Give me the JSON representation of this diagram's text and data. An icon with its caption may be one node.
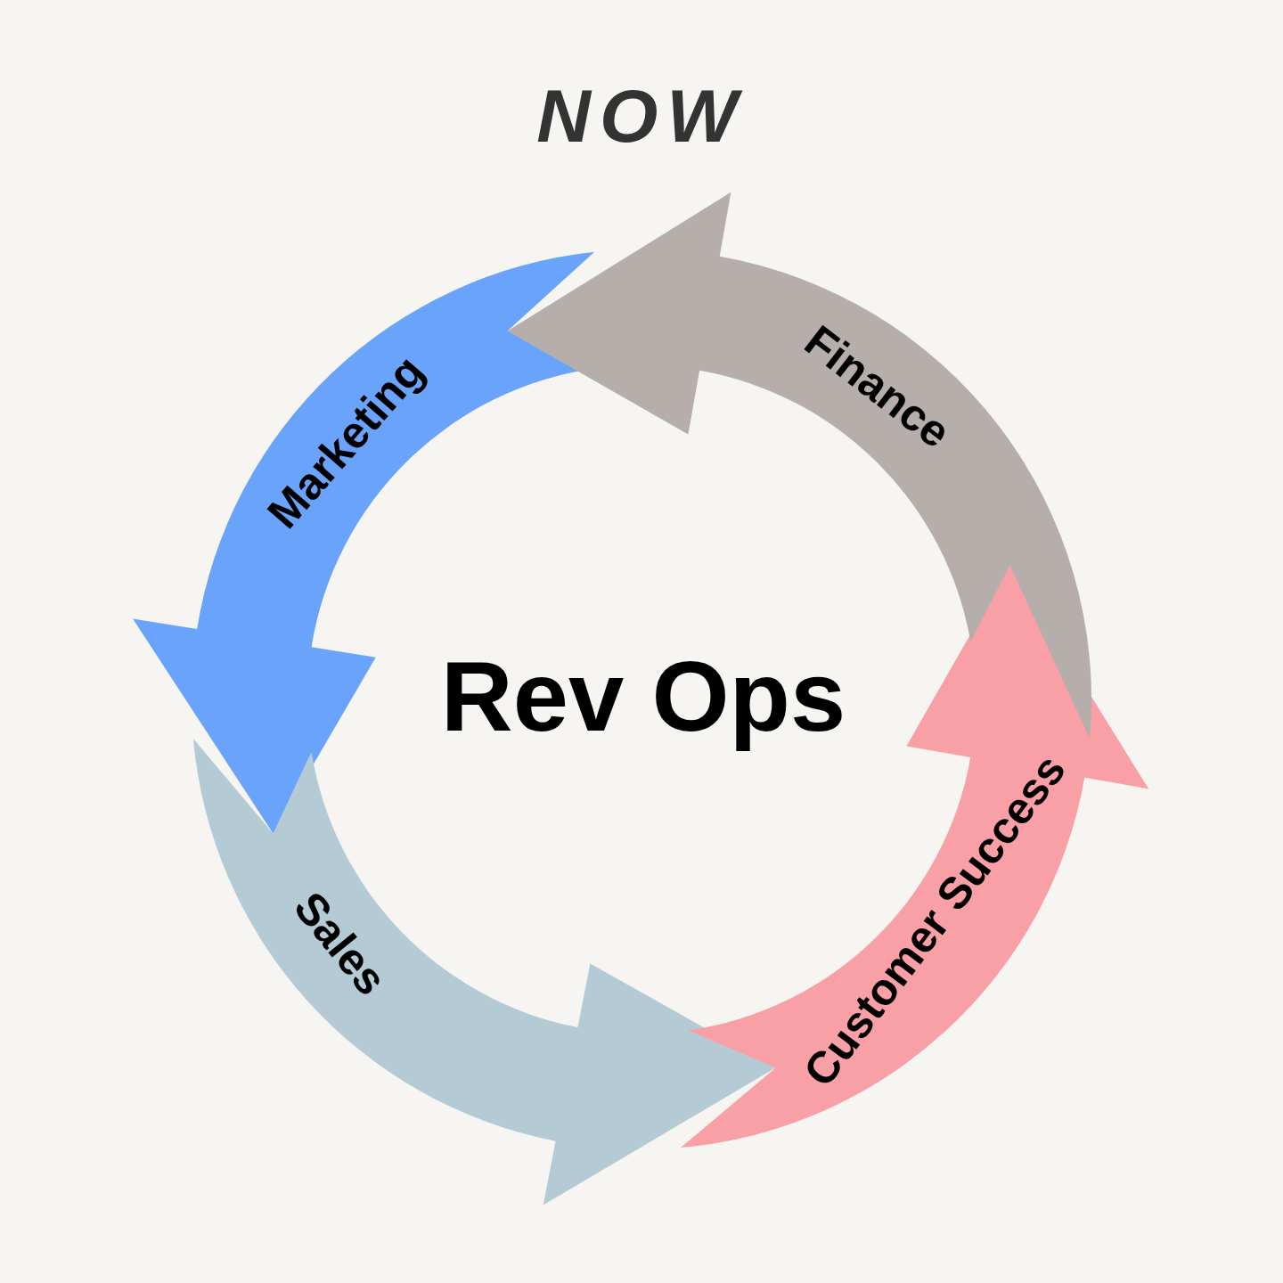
{
  "diagram": {
    "title": "NOW",
    "nodes": [
      {
        "text": [
          "Marketing"
        ]
      },
      {
        "text": [
          "Sales"
        ]
      },
      {
        "text": [
          "Customer Success"
        ]
      },
      {
        "text": [
          "Finance"
        ]
      }
    ],
    "labels": [
      "Rev Ops"
    ]
  }
}
